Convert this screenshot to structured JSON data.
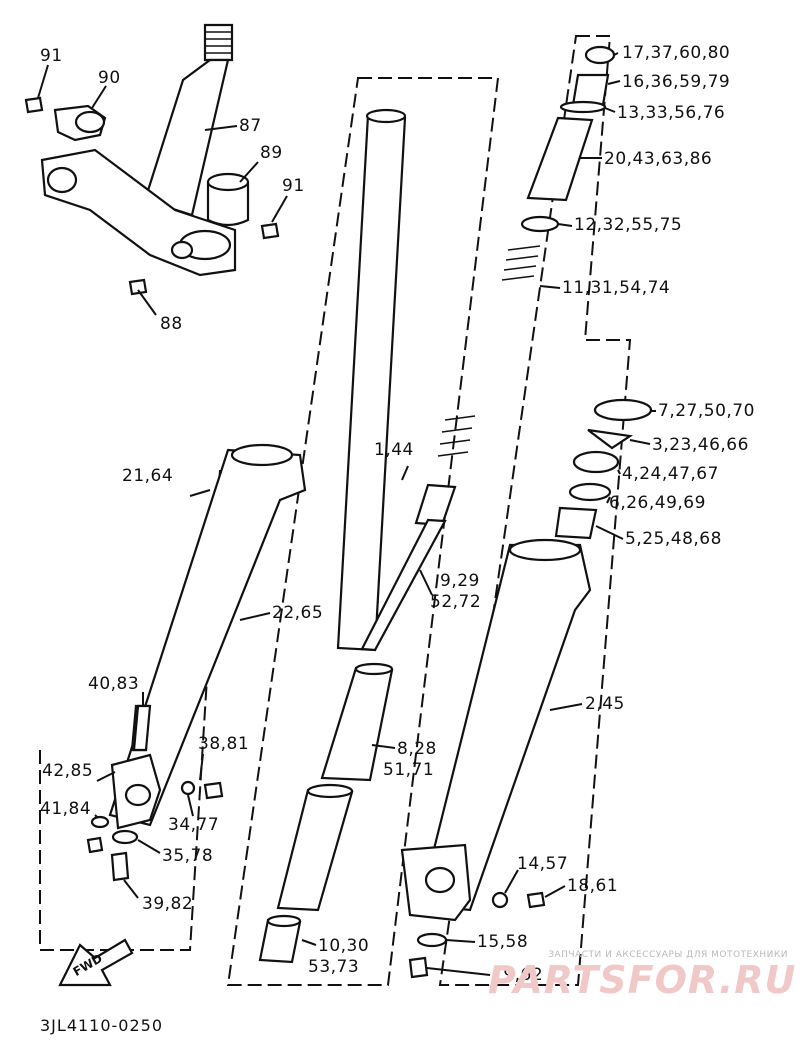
{
  "diagram": {
    "drawing_code": "3JL4110-0250",
    "watermark": {
      "tagline": "ЗАПЧАСТИ И АКСЕССУАРЫ ДЛЯ МОТОТЕХНИКИ",
      "brand": "PARTSFOR.RU"
    },
    "fwd_label": "FWD",
    "callouts": [
      {
        "id": "c91a",
        "text": "91"
      },
      {
        "id": "c90",
        "text": "90"
      },
      {
        "id": "c87",
        "text": "87"
      },
      {
        "id": "c89",
        "text": "89"
      },
      {
        "id": "c91b",
        "text": "91"
      },
      {
        "id": "c88",
        "text": "88"
      },
      {
        "id": "c17",
        "text": "17,37,60,80"
      },
      {
        "id": "c16",
        "text": "16,36,59,79"
      },
      {
        "id": "c13",
        "text": "13,33,56,76"
      },
      {
        "id": "c20",
        "text": "20,43,63,86"
      },
      {
        "id": "c12",
        "text": "12,32,55,75"
      },
      {
        "id": "c11",
        "text": "11,31,54,74"
      },
      {
        "id": "c7",
        "text": "7,27,50,70"
      },
      {
        "id": "c3",
        "text": "3,23,46,66"
      },
      {
        "id": "c4",
        "text": "4,24,47,67"
      },
      {
        "id": "c6",
        "text": "6,26,49,69"
      },
      {
        "id": "c5",
        "text": "5,25,48,68"
      },
      {
        "id": "c1",
        "text": "1,44"
      },
      {
        "id": "c21",
        "text": "21,64"
      },
      {
        "id": "c9a",
        "text": "9,29"
      },
      {
        "id": "c9b",
        "text": "52,72"
      },
      {
        "id": "c22",
        "text": "22,65"
      },
      {
        "id": "c2",
        "text": "2,45"
      },
      {
        "id": "c40",
        "text": "40,83"
      },
      {
        "id": "c38",
        "text": "38,81"
      },
      {
        "id": "c42",
        "text": "42,85"
      },
      {
        "id": "c8a",
        "text": "8,28"
      },
      {
        "id": "c8b",
        "text": "51,71"
      },
      {
        "id": "c41",
        "text": "41,84"
      },
      {
        "id": "c34",
        "text": "34,77"
      },
      {
        "id": "c35",
        "text": "35,78"
      },
      {
        "id": "c14",
        "text": "14,57"
      },
      {
        "id": "c18",
        "text": "18,61"
      },
      {
        "id": "c39",
        "text": "39,82"
      },
      {
        "id": "c10a",
        "text": "10,30"
      },
      {
        "id": "c10b",
        "text": "53,73"
      },
      {
        "id": "c15",
        "text": "15,58"
      },
      {
        "id": "c19",
        "text": "19,62"
      }
    ]
  }
}
